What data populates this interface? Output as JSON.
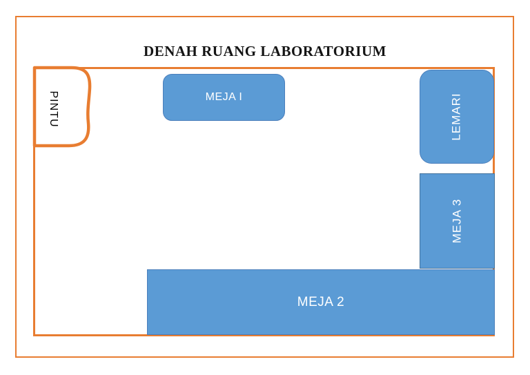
{
  "diagram": {
    "title": "DENAH RUANG LABORATORIUM",
    "door": {
      "label": "PINTU"
    },
    "furniture": [
      {
        "id": "meja-1",
        "label": "MEJA I",
        "shape": "rounded-rectangle"
      },
      {
        "id": "lemari",
        "label": "LEMARI",
        "shape": "rounded-rectangle",
        "text_orientation": "vertical"
      },
      {
        "id": "meja-3",
        "label": "MEJA 3",
        "shape": "rectangle",
        "text_orientation": "vertical"
      },
      {
        "id": "meja-2",
        "label": "MEJA 2",
        "shape": "rectangle"
      }
    ],
    "colors": {
      "wall_orange": "#E87D31",
      "furniture_blue": "#5B9BD5",
      "furniture_border_blue": "#4A7EBB",
      "label_white": "#FFFFFF",
      "title_black": "#141414"
    }
  }
}
